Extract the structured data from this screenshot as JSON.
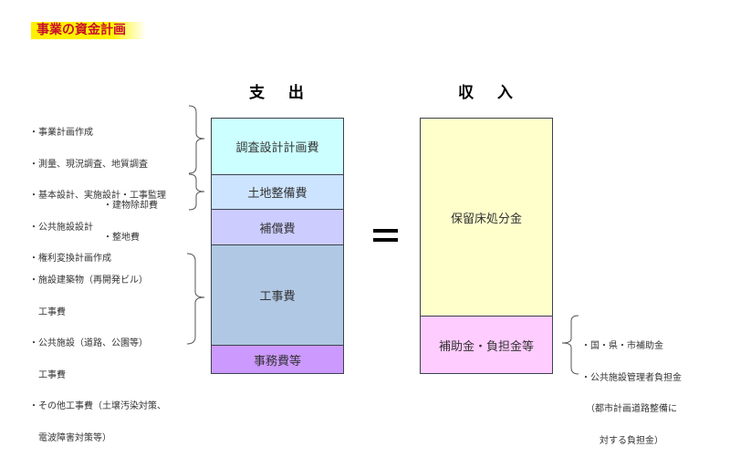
{
  "title": "事業の資金計画",
  "colors": {
    "title_text": "#c8102e",
    "title_highlight": "#fff000",
    "survey_design": "#ccffff",
    "land_prep": "#cce4ff",
    "compensation": "#ccccff",
    "construction": "#b0c8e4",
    "office": "#cc99ff",
    "reserved_floor": "#ffffcc",
    "subsidy": "#ffccff"
  },
  "expenditure": {
    "heading": "支 出",
    "segments": [
      {
        "label": "調査設計計画費"
      },
      {
        "label": "土地整備費"
      },
      {
        "label": "補償費"
      },
      {
        "label": "工事費"
      },
      {
        "label": "事務費等"
      }
    ],
    "notes": {
      "survey_design": [
        "・事業計画作成",
        "・測量、現況調査、地質調査",
        "・基本設計、実施設計・工事監理",
        "・公共施設設計",
        "・権利変換計画作成"
      ],
      "land_prep": [
        "・建物除却費",
        "・整地費"
      ],
      "construction": [
        "・施設建築物（再開発ビル）",
        "　工事費",
        "・公共施設（道路、公園等）",
        "　工事費",
        "・その他工事費（土壌汚染対策、",
        "　電波障害対策等）"
      ]
    }
  },
  "equals_symbol": "=",
  "income": {
    "heading": "収 入",
    "segments": [
      {
        "label": "保留床処分金"
      },
      {
        "label": "補助金・負担金等"
      }
    ],
    "notes": {
      "subsidy": [
        "・国・県・市補助金",
        "・公共施設管理者負担金",
        "　（都市計画道路整備に",
        "　　対する負担金）"
      ]
    }
  }
}
